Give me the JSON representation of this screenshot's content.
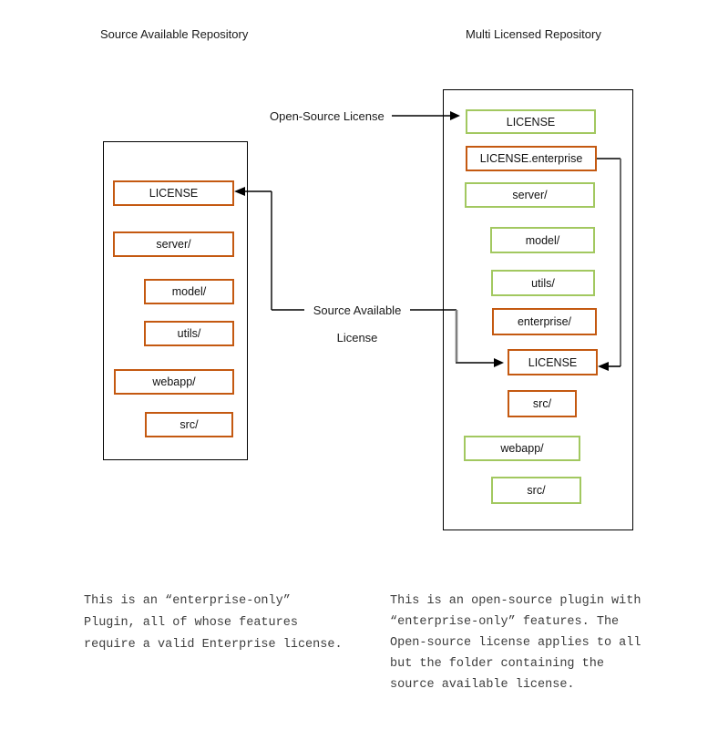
{
  "colors": {
    "green": "#A2C860",
    "orange": "#C45911",
    "line_black": "#000000",
    "line_gray": "#7F7F7F",
    "line_dark_gray": "#595959"
  },
  "left_repo": {
    "title": "Source Available Repository",
    "boxes": [
      {
        "label": "LICENSE",
        "color": "orange"
      },
      {
        "label": "server/",
        "color": "orange"
      },
      {
        "label": "model/",
        "color": "orange"
      },
      {
        "label": "utils/",
        "color": "orange"
      },
      {
        "label": "webapp/",
        "color": "orange"
      },
      {
        "label": "src/",
        "color": "orange"
      }
    ],
    "caption": [
      "This is an “enter prise-only”",
      "Plugin, all of whose features",
      "require a valid Enterprise license."
    ]
  },
  "right_repo": {
    "title": "Multi Licensed Repository",
    "boxes": [
      {
        "label": "LICENSE",
        "color": "green"
      },
      {
        "label": "LICENSE.enterprise",
        "color": "orange"
      },
      {
        "label": "server/",
        "color": "green"
      },
      {
        "label": "model/",
        "color": "green"
      },
      {
        "label": "utils/",
        "color": "green"
      },
      {
        "label": "enterprise/",
        "color": "orange"
      },
      {
        "label": "LICENSE",
        "color": "orange"
      },
      {
        "label": "src/",
        "color": "orange"
      },
      {
        "label": "webapp/",
        "color": "green"
      },
      {
        "label": "src/",
        "color": "green"
      }
    ],
    "caption": [
      "This is an open-source plugin with",
      "“enterprise-only” features. The",
      "Open-source license applies to all",
      "but the folder containing the",
      "source available license."
    ]
  },
  "connector_labels": {
    "open_source": "Open-Source License",
    "source_available_line1": "Source Available",
    "source_available_line2": "License"
  }
}
